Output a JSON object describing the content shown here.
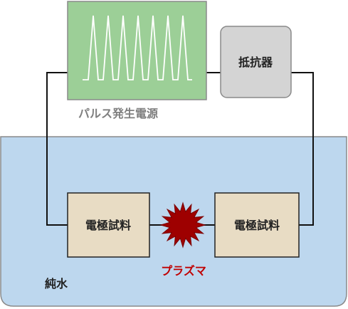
{
  "labels": {
    "pulse_power_supply": "パルス発生電源",
    "resistor": "抵抗器",
    "electrode_left": "電極試料",
    "electrode_right": "電極試料",
    "plasma": "プラズマ",
    "water": "純水"
  },
  "colors": {
    "water_fill": "#bdd7ee",
    "water_stroke": "#8a8a8a",
    "power_fill": "#9ccf97",
    "power_stroke": "#8a8a8a",
    "waveform": "#ffffff",
    "resistor_fill": "#d4d4d4",
    "resistor_stroke": "#8a8a8a",
    "electrode_fill": "#e8dcc4",
    "electrode_stroke": "#222222",
    "plasma_fill": "#9e0000",
    "wire": "#111111",
    "plasma_label": "#c00000",
    "power_label": "#7f7f7f"
  }
}
